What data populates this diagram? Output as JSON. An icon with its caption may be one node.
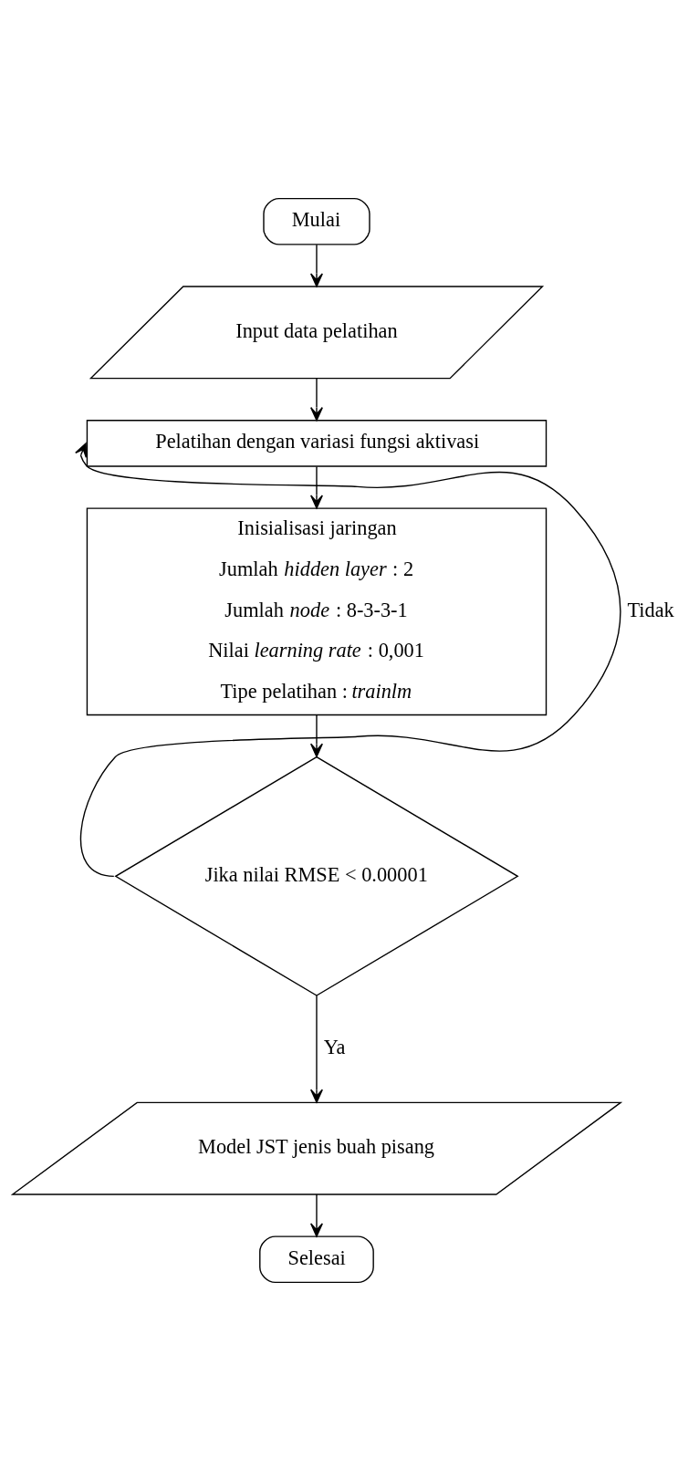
{
  "diagram": {
    "nodes": [
      {
        "text": [
          "Mulai"
        ]
      },
      {
        "text": [
          "Input data pelatihan"
        ]
      },
      {
        "text": [
          "Pelatihan dengan variasi fungsi aktivasi"
        ]
      },
      {
        "text": [
          "Inisialisasi jaringan",
          "Jumlah *hidden layer* : 2",
          "Jumlah *node* : 8-3-3-1",
          "Nilai *learning rate* : 0,001",
          "Tipe pelatihan : *trainlm*"
        ]
      },
      {
        "text": [
          "Jika nilai RMSE < 0.00001"
        ]
      },
      {
        "text": [
          "Model JST jenis buah pisang"
        ]
      },
      {
        "text": [
          "Selesai"
        ]
      }
    ],
    "edges": [
      {
        "from": 0,
        "to": 1,
        "arrow": "to"
      },
      {
        "from": 1,
        "to": 2,
        "arrow": "to"
      },
      {
        "from": 2,
        "to": 3,
        "arrow": "to"
      },
      {
        "from": 3,
        "to": 4,
        "arrow": "to"
      },
      {
        "from": 4,
        "to": 2,
        "arrow": "to",
        "label": "Tidak"
      },
      {
        "from": 4,
        "to": 5,
        "arrow": "to",
        "label": "Ya"
      },
      {
        "from": 5,
        "to": 6,
        "arrow": "to"
      }
    ]
  }
}
